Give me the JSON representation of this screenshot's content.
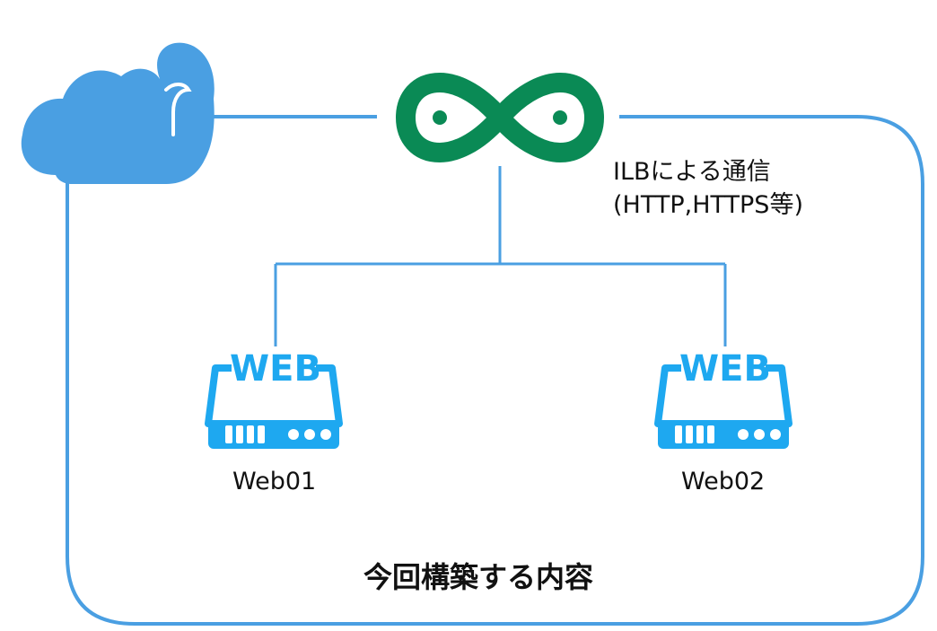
{
  "colors": {
    "frame": "#4a9fe2",
    "cloud": "#4a9fe2",
    "ilb": "#0a8a55",
    "server": "#1ea8f0",
    "text": "#111111"
  },
  "icons": {
    "cloud": "cloud-icon",
    "ilb": "infinity-icon",
    "server": "web-server-icon"
  },
  "ilb": {
    "label_line1": "ILBによる通信",
    "label_line2": "(HTTP,HTTPS等)"
  },
  "servers": [
    {
      "name": "Web01",
      "badge": "WEB"
    },
    {
      "name": "Web02",
      "badge": "WEB"
    }
  ],
  "scope": {
    "label": "今回構築する内容"
  }
}
